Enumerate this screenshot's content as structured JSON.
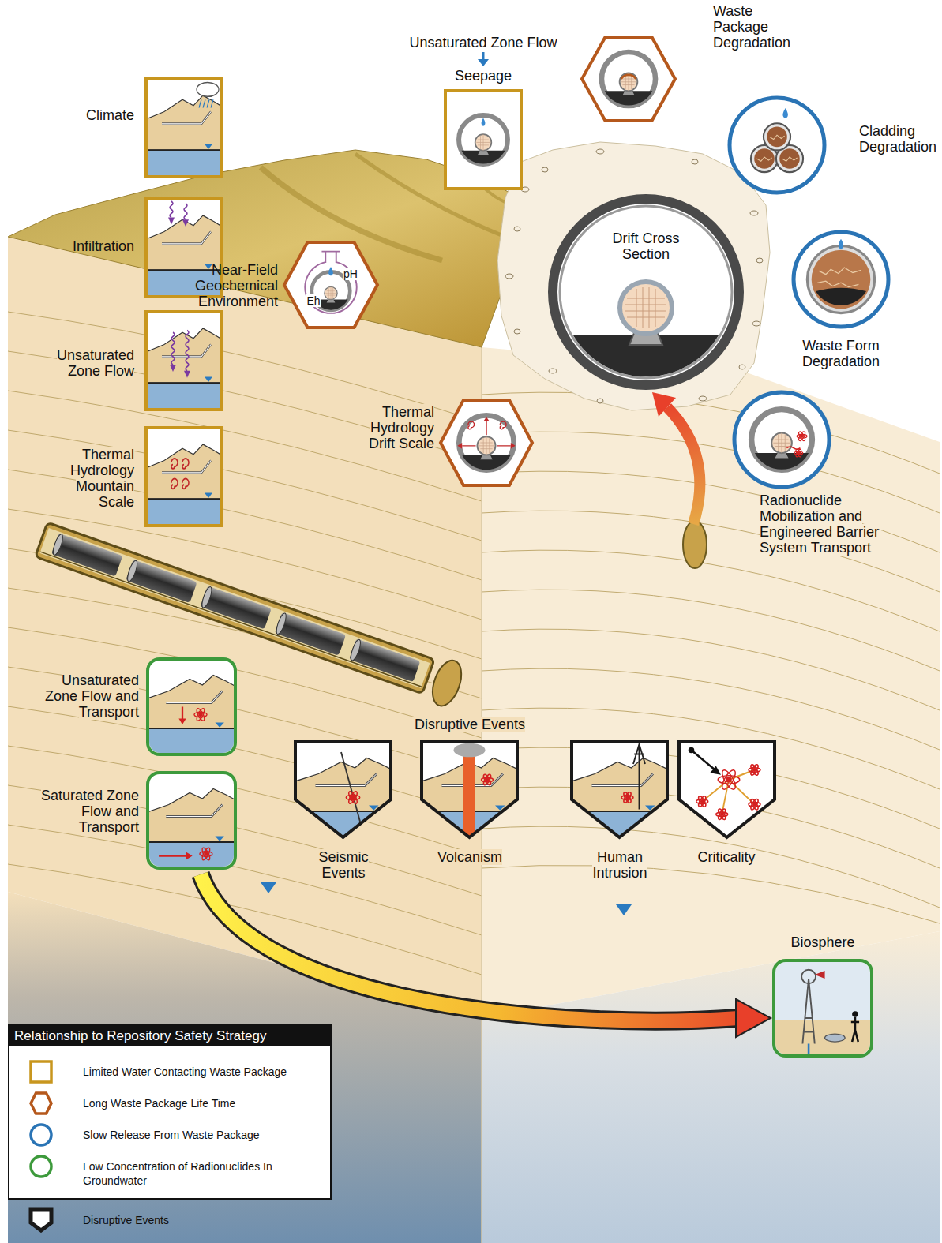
{
  "diagram": {
    "nodes": [
      {
        "text": [
          "Climate"
        ]
      },
      {
        "text": [
          "Infiltration"
        ]
      },
      {
        "text": [
          "Unsaturated Zone Flow"
        ]
      },
      {
        "text": [
          "Thermal Hydrology Mountain Scale"
        ]
      },
      {
        "text": [
          "Unsaturated Zone Flow",
          "Seepage"
        ]
      },
      {
        "text": [
          "Waste Package Degradation"
        ]
      },
      {
        "text": [
          "Cladding Degradation"
        ]
      },
      {
        "text": [
          "Near-Field Geochemical Environment",
          "Eh",
          "pH"
        ]
      },
      {
        "text": [
          "Drift Cross Section"
        ]
      },
      {
        "text": [
          "Waste Form Degradation"
        ]
      },
      {
        "text": [
          "Thermal Hydrology Drift Scale"
        ]
      },
      {
        "text": [
          "Radionuclide Mobilization and Engineered Barrier System Transport"
        ]
      },
      {
        "text": [
          "Unsaturated Zone Flow and Transport"
        ]
      },
      {
        "text": [
          "Saturated Zone Flow and Transport"
        ]
      },
      {
        "text": [
          "Seismic Events"
        ]
      },
      {
        "text": [
          "Volcanism"
        ]
      },
      {
        "text": [
          "Human Intrusion"
        ]
      },
      {
        "text": [
          "Criticality"
        ]
      },
      {
        "text": [
          "Biosphere"
        ]
      }
    ],
    "edges": [
      {
        "from": 13,
        "to": 18,
        "arrow": "to"
      }
    ],
    "labels": [
      "Disruptive Events",
      "Relationship to Repository Safety Strategy"
    ],
    "legend": [
      {
        "text": "Limited Water Contacting Waste Package",
        "color": "#c8961e"
      },
      {
        "text": "Long Waste Package Life Time",
        "color": "#b5581c"
      },
      {
        "text": "Slow Release From Waste Package",
        "color": "#2a74b5"
      },
      {
        "text": "Low Concentration of Radionuclides In Groundwater",
        "color": "#3d9a3c"
      },
      {
        "text": "Disruptive Events"
      }
    ]
  }
}
